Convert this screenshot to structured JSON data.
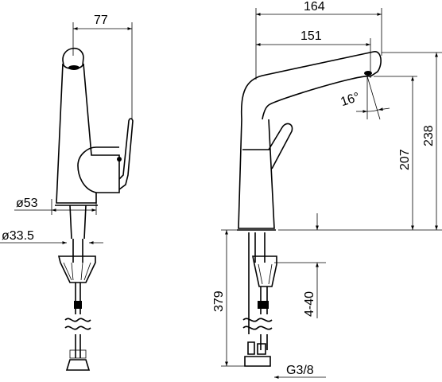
{
  "drawing": {
    "front_view": {
      "width_top": "77",
      "base_diameter": "ø53",
      "shank_diameter": "ø33.5"
    },
    "side_view": {
      "overall_reach": "164",
      "spout_reach": "151",
      "spout_angle": "16°",
      "spout_height": "207",
      "overall_height": "238",
      "supply_length": "379",
      "countertop_thickness": "4-40",
      "thread_size": "G3/8"
    }
  }
}
